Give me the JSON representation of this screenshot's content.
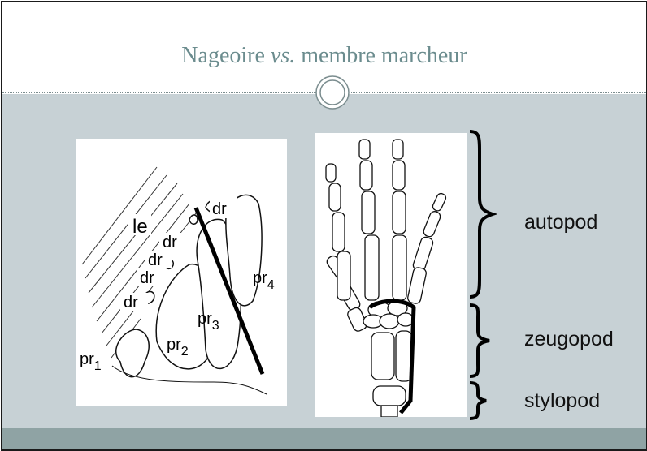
{
  "slide": {
    "title_prefix": "Nageoire ",
    "title_italic": "vs.",
    "title_suffix": " membre marcheur"
  },
  "fin_labels": {
    "le": "le",
    "dr": "dr",
    "pr": "pr",
    "pr1_sub": "1",
    "pr2_sub": "2",
    "pr3_sub": "3",
    "pr4_sub": "4"
  },
  "limb_labels": {
    "autopod": "autopod",
    "zeugopod": "zeugopod",
    "stylopod": "stylopod"
  },
  "colors": {
    "title": "#6b8c8e",
    "content_bg": "#c7d1d5",
    "footer_bar": "#8fa3a4"
  }
}
